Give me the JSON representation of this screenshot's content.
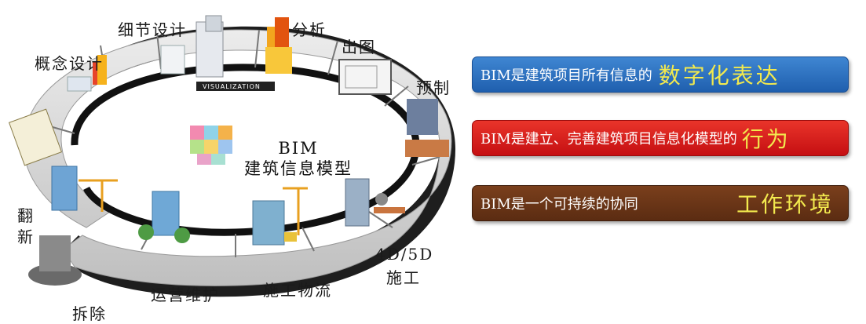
{
  "stages": {
    "concept": "概念设计",
    "detail": "细节设计",
    "analysis": "分析",
    "drawing": "出图",
    "prefab": "预制",
    "construction_4d5d_line1": "4D/5D",
    "construction_4d5d_line2": "施工",
    "logistics": "施工物流",
    "operation": "运营维护",
    "renovation_char1": "翻",
    "renovation_char2": "新",
    "demolition": "拆除"
  },
  "ring": {
    "band_text": "VISUALIZATION"
  },
  "center": {
    "line1": "BIM",
    "line2": "建筑信息模型"
  },
  "banners": [
    {
      "text": "BIM是建筑项目所有信息的",
      "highlight": "数字化表达",
      "color": "#2f73c3"
    },
    {
      "text": "BIM是建立、完善建筑项目信息化模型的",
      "highlight": "行为",
      "color": "#d91e1b"
    },
    {
      "text": "BIM是一个可持续的协同",
      "highlight": "工作环境",
      "color": "#6b3416"
    }
  ],
  "colors": {
    "ring_top": "#d6d6d6",
    "ring_side": "#1e1e1e",
    "highlight_text": "#f2e94e"
  }
}
